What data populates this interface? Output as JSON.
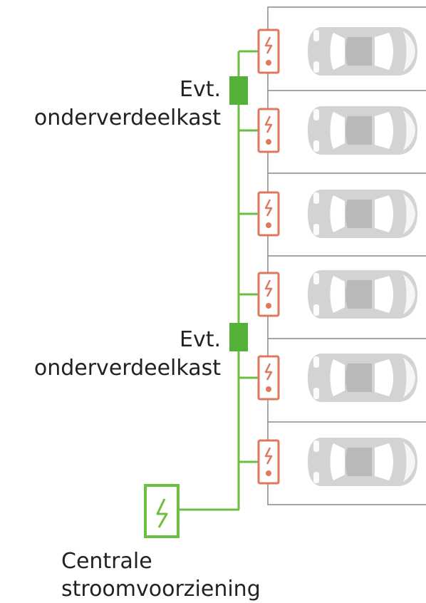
{
  "labels": {
    "subpanel_1_line1": "Evt.",
    "subpanel_1_line2": "onderverdeelkast",
    "subpanel_2_line1": "Evt.",
    "subpanel_2_line2": "onderverdeelkast",
    "central_line1": "Centrale",
    "central_line2": "stroomvoorziening"
  },
  "parking_spaces": 6,
  "colors": {
    "cable": "#6abf40",
    "subpanel": "#52b136",
    "charger": "#e0775f",
    "car": "#d3d3d3",
    "car_glass": "#b9b9b9",
    "bay_lines": "#888888",
    "text": "#222222"
  },
  "icons": {
    "charger": "ev-charger-icon",
    "central": "power-supply-icon",
    "car": "car-icon",
    "subpanel": "subpanel-box-icon"
  }
}
